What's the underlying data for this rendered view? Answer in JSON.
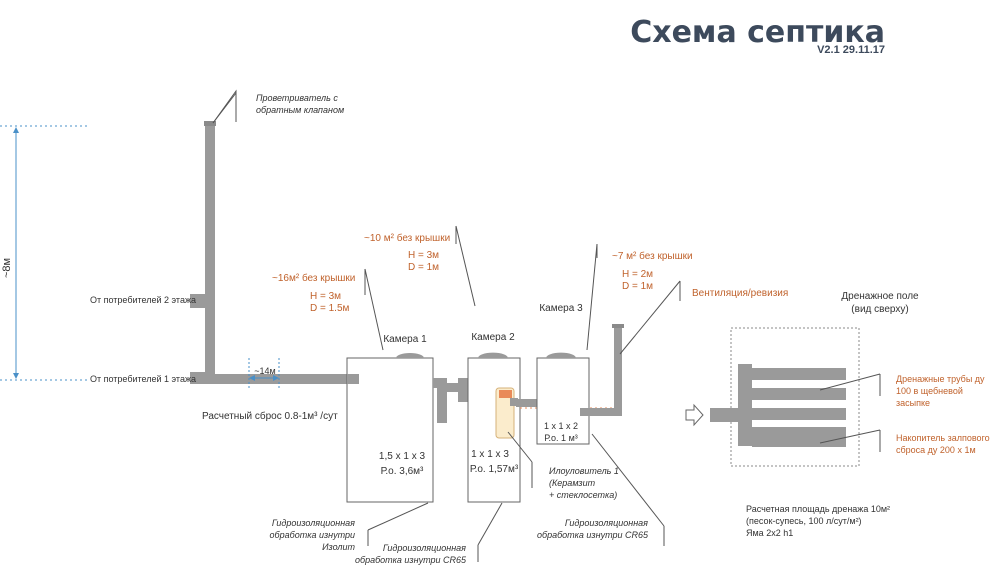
{
  "header": {
    "title": "Схема септика",
    "version": "V2.1 29.11.17"
  },
  "colors": {
    "pipe": "#9a9a9a",
    "orange": "#c0622c",
    "dim": "#4a90c8",
    "text": "#333333"
  },
  "riser": {
    "vent_label_1": "Проветриватель с",
    "vent_label_2": "обратным клапаном",
    "height_label": "~8м"
  },
  "inputs": {
    "floor2": "От потребителей 2 этажа",
    "floor1": "От потребителей 1 этажа",
    "pipe_len": "~14м",
    "flow": "Расчетный сброс 0.8-1м³ /сут"
  },
  "chamber1": {
    "name": "Камера 1",
    "area": "~16м² без крышки",
    "h": "H = 3м",
    "d": "D = 1.5м",
    "dims": "1,5 x 1 x 3",
    "volume": "Р.о. 3,6м³",
    "note_1": "Гидроизоляционная",
    "note_2": "обработка изнутри",
    "note_3": "Изолит"
  },
  "chamber2": {
    "name": "Камера 2",
    "area": "~10 м² без крышки",
    "h": "H = 3м",
    "d": "D = 1м",
    "dims": "1 x 1 x 3",
    "volume": "Р.о. 1,57м³",
    "note_1": "Гидроизоляционная",
    "note_2": "обработка изнутри CR65"
  },
  "sludge": {
    "line_1": "Илоуловитель 1",
    "line_2": "(Керамзит",
    "line_3": "+ стеклосетка)"
  },
  "chamber3": {
    "name": "Камера 3",
    "area": "~7 м² без крышки",
    "h": "H = 2м",
    "d": "D = 1м",
    "dims": "1 x 1 x 2",
    "volume": "Р.о. 1 м³",
    "note_1": "Гидроизоляционная",
    "note_2": "обработка изнутри CR65",
    "vent": "Вентиляция/ревизия"
  },
  "field": {
    "title_1": "Дренажное поле",
    "title_2": "(вид сверху)",
    "pipes_1": "Дренажные трубы ду",
    "pipes_2": "100 в щебневой",
    "pipes_3": "засыпке",
    "store_1": "Накопитель залпового",
    "store_2": "сброса ду 200 x 1м",
    "calc_1": "Расчетная площадь дренажа 10м²",
    "calc_2": "(песок-супесь, 100 л/сут/м²)",
    "calc_3": "Яма 2х2 h1"
  }
}
